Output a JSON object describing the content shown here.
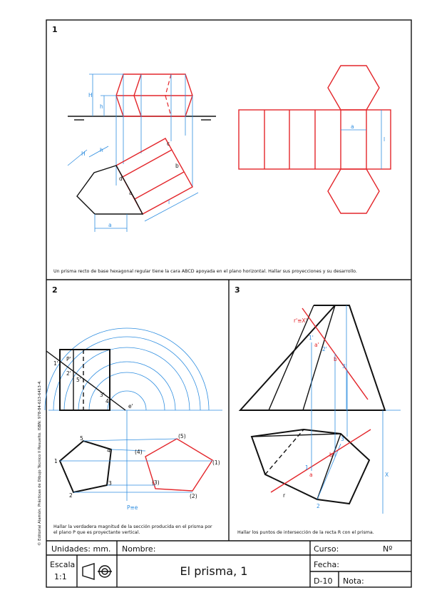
{
  "panels": {
    "p1": {
      "number": "1",
      "statement": "Un prisma recto de base hexagonal regular tiene la cara ABCD apoyada en el plano horizontal. Hallar sus proyecciones y su desarrollo."
    },
    "p2": {
      "number": "2",
      "statement_line1": "Hallar la verdadera magnitud de la sección producida en el prisma por",
      "statement_line2": "el plano P que es proyectante vertical."
    },
    "p3": {
      "number": "3",
      "statement": "Hallar los puntos de  intersección de la recta R  con el prisma."
    }
  },
  "labels1": {
    "H": "H",
    "h": "h",
    "a": "a",
    "l": "l",
    "pa": "a",
    "pb": "b",
    "pc": "c",
    "pd": "d"
  },
  "labels2": {
    "P": "P'",
    "one_p": "1'",
    "two_p": "2'",
    "three_p": "3'",
    "four_p": "4'",
    "five_p": "5'",
    "e_p": "e'",
    "Pe": "P≡e",
    "n1": "1",
    "n2": "2",
    "n3": "3",
    "n4": "4",
    "n5": "5",
    "t1": "(1)",
    "t2": "(2)",
    "t3": "(3)",
    "t4": "(4)",
    "t5": "(5)"
  },
  "labels3": {
    "rX": "r'≡X'",
    "one_p": "1'",
    "two_p": "2'",
    "three_p": "3'",
    "a_p": "a'",
    "b_p": "b'",
    "r": "r",
    "X": "X",
    "n1": "1",
    "n2": "2",
    "n3": "3",
    "a": "a",
    "b": "b"
  },
  "sidebar": {
    "text": "© Editorial Alamón. Prácticas de Dibujo Técnico II Resuelto.  ISBN: 978-84-613-6413-4."
  },
  "titleblock": {
    "units": "Unidades: mm.",
    "name_label": "Nombre:",
    "course_label": "Curso:",
    "number_label": "Nº",
    "scale_label": "Escala",
    "scale_value": "1:1",
    "title": "El prisma, 1",
    "date_label": "Fecha:",
    "code": "D-10",
    "grade_label": "Nota:"
  },
  "colors": {
    "construction": "#2f8ee0",
    "solution": "#e3262b",
    "object": "#111111"
  }
}
